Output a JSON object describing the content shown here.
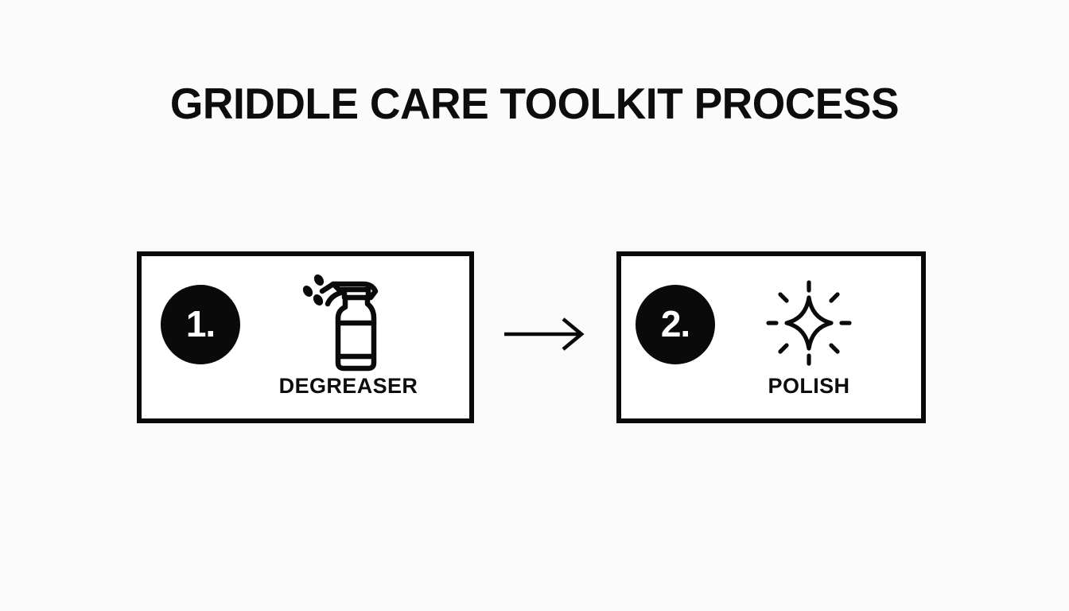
{
  "page": {
    "title": "GRIDDLE CARE TOOLKIT PROCESS",
    "background_color": "#fbfbfb",
    "ink_color": "#0a0a0a"
  },
  "flow": {
    "connector": {
      "icon": "arrow-right-icon",
      "direction": "right"
    },
    "steps": [
      {
        "number": "1.",
        "label": "DEGREASER",
        "icon": "spray-bottle-icon"
      },
      {
        "number": "2.",
        "label": "POLISH",
        "icon": "sparkle-shine-icon"
      }
    ]
  }
}
